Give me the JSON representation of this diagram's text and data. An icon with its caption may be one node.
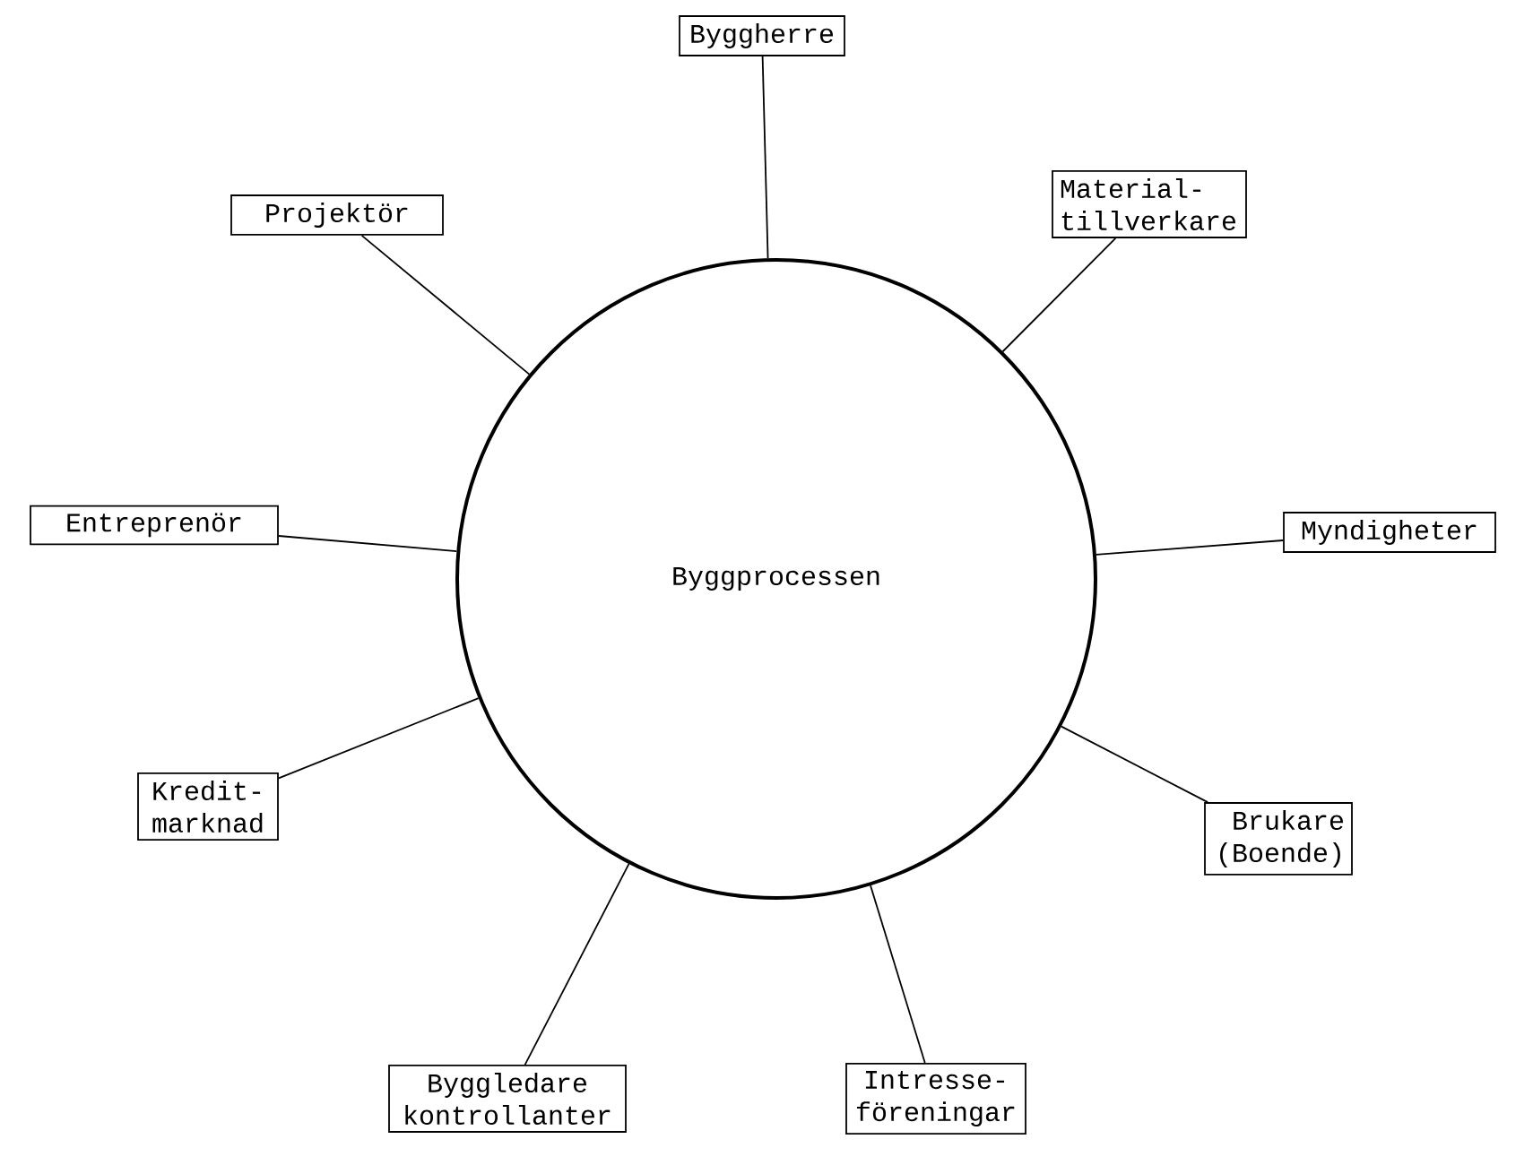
{
  "diagram": {
    "nodes": [
      {
        "text": [
          "Byggprocessen"
        ]
      },
      {
        "text": [
          "Byggherre"
        ]
      },
      {
        "text": [
          "Projektör"
        ]
      },
      {
        "text": [
          "Material- tillverkare"
        ]
      },
      {
        "text": [
          "Entreprenör"
        ]
      },
      {
        "text": [
          "Myndigheter"
        ]
      },
      {
        "text": [
          "Kredit- marknad"
        ]
      },
      {
        "text": [
          "Brukare (Boende)"
        ]
      },
      {
        "text": [
          "Byggledare kontrollanter"
        ]
      },
      {
        "text": [
          "Intresse- föreningar"
        ]
      }
    ],
    "edges": [
      {
        "from": 1,
        "to": 0,
        "arrow": "none"
      },
      {
        "from": 2,
        "to": 0,
        "arrow": "none"
      },
      {
        "from": 3,
        "to": 0,
        "arrow": "none"
      },
      {
        "from": 4,
        "to": 0,
        "arrow": "none"
      },
      {
        "from": 5,
        "to": 0,
        "arrow": "none"
      },
      {
        "from": 6,
        "to": 0,
        "arrow": "none"
      },
      {
        "from": 7,
        "to": 0,
        "arrow": "none"
      },
      {
        "from": 8,
        "to": 0,
        "arrow": "none"
      },
      {
        "from": 9,
        "to": 0,
        "arrow": "none"
      }
    ]
  }
}
